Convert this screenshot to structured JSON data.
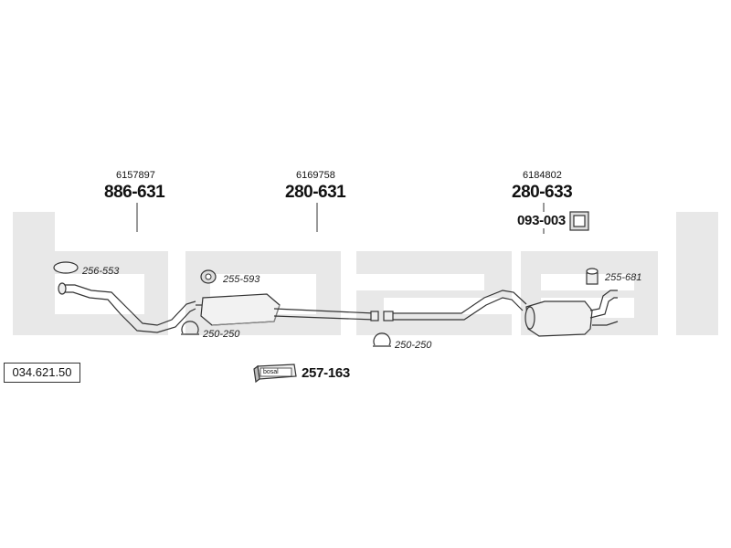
{
  "watermark": {
    "text": "bosal",
    "color": "#e6e6e6"
  },
  "catalog_number": "034.621.50",
  "parts": {
    "front_pipe": {
      "oem": "6157897",
      "part": "886-631"
    },
    "center_silencer": {
      "oem": "6169758",
      "part": "280-631"
    },
    "rear_silencer": {
      "oem": "6184802",
      "part": "280-633"
    },
    "rear_mount": {
      "part": "093-003"
    },
    "gasket": {
      "part": "256-553"
    },
    "ring_center": {
      "part": "255-593"
    },
    "clamp_front": {
      "part": "250-250"
    },
    "clamp_rear": {
      "part": "250-250"
    },
    "ring_rear": {
      "part": "255-681"
    },
    "mounting_kit": {
      "part": "257-163",
      "logo": "bosal"
    }
  },
  "colors": {
    "line": "#333333",
    "fill": "#eeeeee",
    "shade": "#bbbbbb"
  }
}
